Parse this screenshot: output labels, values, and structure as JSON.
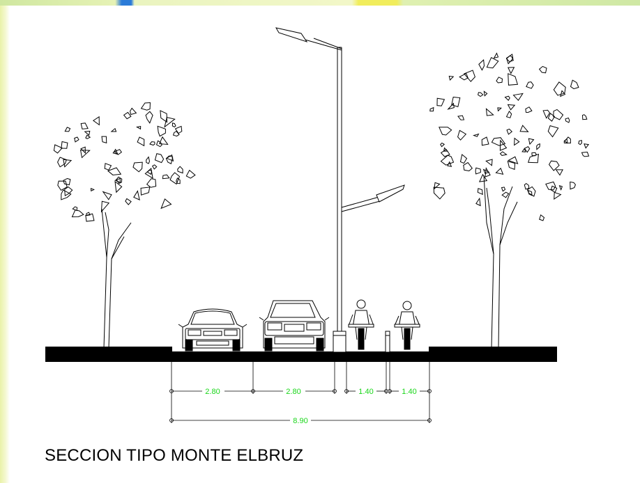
{
  "title": "SECCION TIPO MONTE ELBRUZ",
  "dimensions": {
    "lane_1": "2.80",
    "lane_2": "2.80",
    "bike_lane_1": "1.40",
    "bike_lane_2": "1.40",
    "total": "8.90"
  },
  "colors": {
    "dimension": "#19d619",
    "linework": "#000000",
    "frame": "#e9f2a8"
  }
}
